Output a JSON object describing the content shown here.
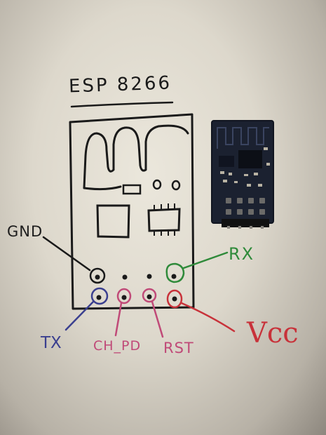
{
  "diagram": {
    "title": "ESP 8266",
    "pins": {
      "gnd": "GND",
      "rx": "RX",
      "tx": "TX",
      "ch_pd": "CH_PD",
      "rst": "RST",
      "vcc": "Vcc"
    },
    "colors": {
      "ink": "#1a1a1a",
      "rx": "#2f8a3a",
      "tx": "#3a3f8f",
      "ch_pd": "#c04a78",
      "rst": "#c04a78",
      "vcc": "#c8323a",
      "module_board": "#1b2130"
    }
  }
}
